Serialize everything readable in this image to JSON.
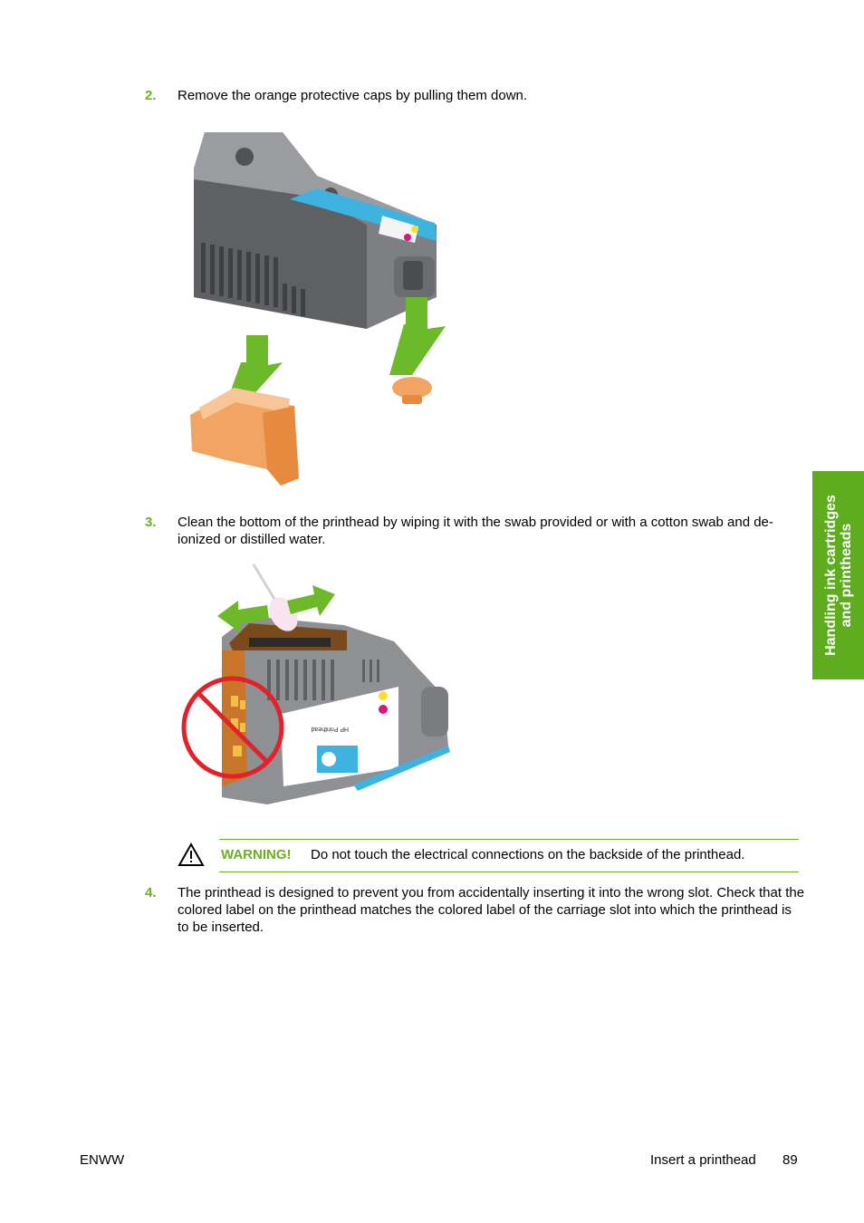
{
  "steps": [
    {
      "number": "2.",
      "text": "Remove the orange protective caps by pulling them down."
    },
    {
      "number": "3.",
      "text": "Clean the bottom of the printhead by wiping it with the swab provided or with a cotton swab and de-ionized or distilled water."
    },
    {
      "number": "4.",
      "text": "The printhead is designed to prevent you from accidentally inserting it into the wrong slot. Check that the colored label on the printhead matches the colored label of the carriage slot into which the printhead is to be inserted."
    }
  ],
  "warning": {
    "label": "WARNING!",
    "text": "Do not touch the electrical connections on the backside of the printhead.",
    "icon": "warning-triangle-icon"
  },
  "side_tab": {
    "line1": "Handling ink cartridges",
    "line2": "and printheads"
  },
  "footer": {
    "left": "ENWW",
    "section": "Insert a printhead",
    "page": "89"
  },
  "illustrations": {
    "printhead_label": {
      "brand": "HP Printhead",
      "color1": "Yellow",
      "color2": "Magenta"
    }
  },
  "colors": {
    "accent_green": "#6ab023",
    "tab_green": "#5fad1e",
    "cap_orange": "#f2a462",
    "label_blue": "#3fb3e0",
    "prohibit_red": "#e4202a"
  }
}
